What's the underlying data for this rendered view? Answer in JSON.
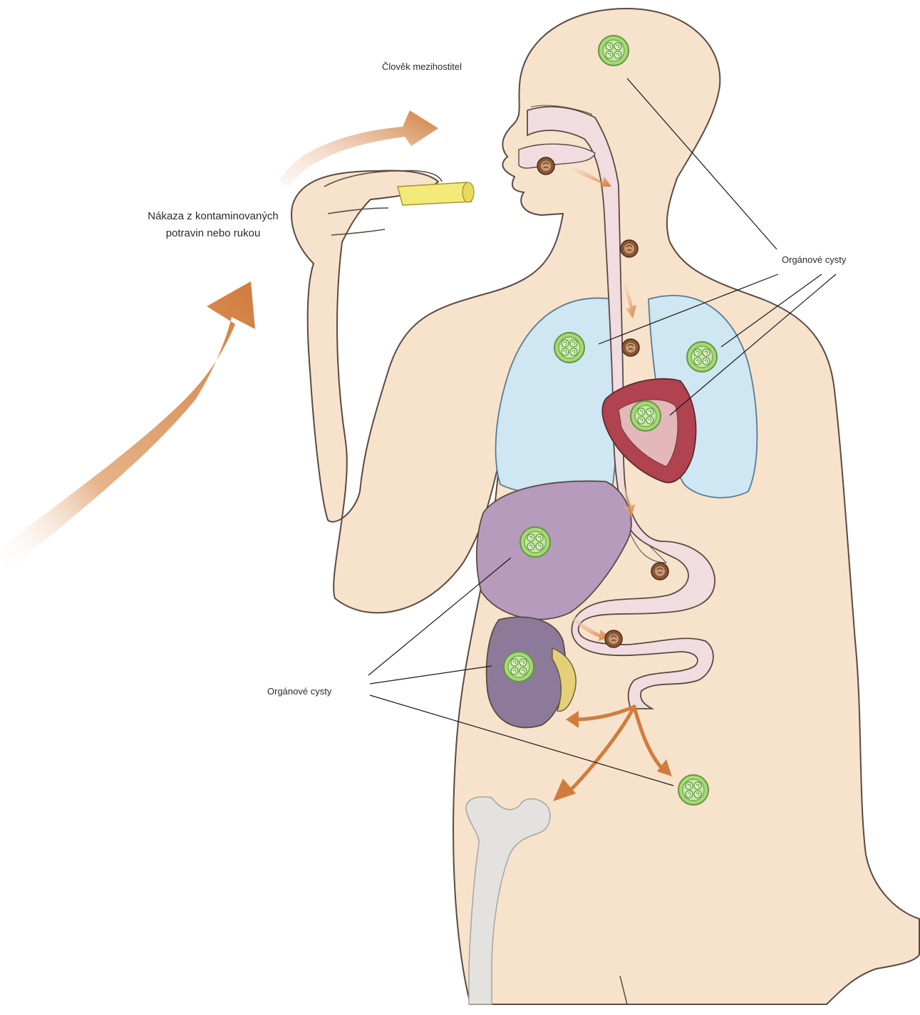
{
  "labels": {
    "host": "Člověk mezihostitel",
    "infection_line1": "Nákaza z kontaminovaných",
    "infection_line2": "potravin nebo rukou",
    "cysts_right": "Orgánové cysty",
    "cysts_left": "Orgánové cysty"
  },
  "colors": {
    "skin": "#f7e2cb",
    "outline": "#5a4a42",
    "lungs": "#cfe6f3",
    "liver": "#b79bbd",
    "kidney": "#8d7a9a",
    "heart": "#b0434f",
    "digestive": "#f1dde0",
    "cyst": "#a9d77a",
    "egg": "#7a4a2e",
    "arrow": "#d07c3d",
    "bone": "#e4e2df",
    "food": "#f4ea7a"
  },
  "icons": {
    "cyst": "hydatid-cyst-icon",
    "egg": "tapeworm-egg-icon"
  }
}
